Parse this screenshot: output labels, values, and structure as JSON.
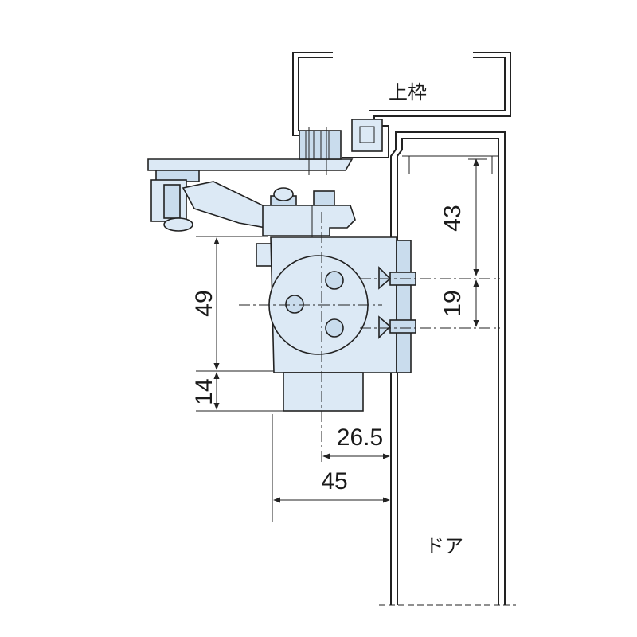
{
  "labels": {
    "frame": "上枠",
    "door": "ドア"
  },
  "dimensions": {
    "d43": "43",
    "d19": "19",
    "d49": "49",
    "d14": "14",
    "d26_5": "26.5",
    "d45": "45"
  },
  "colors": {
    "part_fill": "#dce9f5",
    "part_shade": "#c9dced",
    "line": "#222222"
  }
}
